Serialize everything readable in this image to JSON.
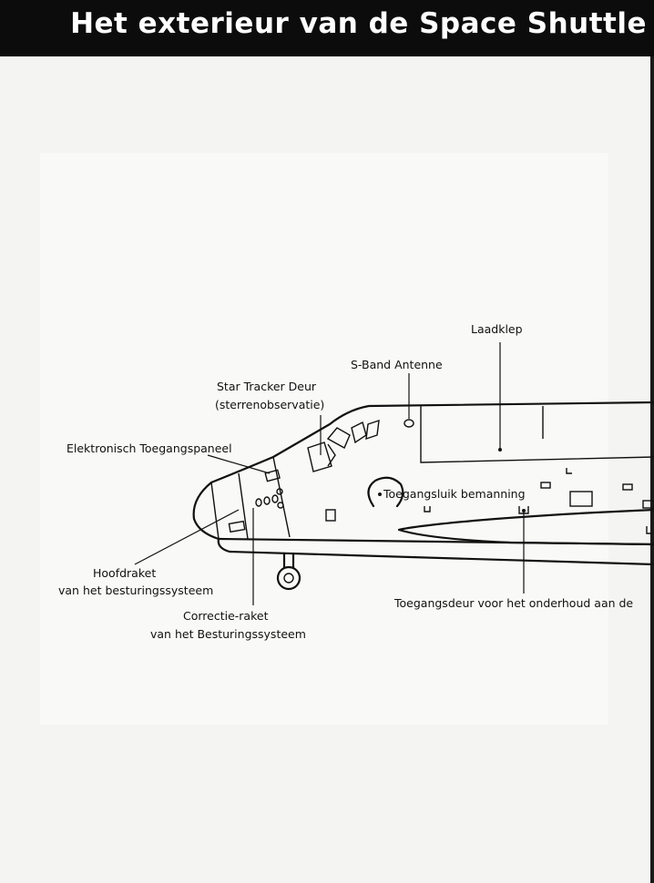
{
  "page": {
    "title": "Het exterieur van de Space Shuttle"
  },
  "labels": {
    "laadklep": "Laadklep",
    "s_band": "S-Band Antenne",
    "star_tracker_1": "Star Tracker Deur",
    "star_tracker_2": "(sterrenobservatie)",
    "elektronisch": "Elektronisch Toegangspaneel",
    "toegangsluik": "Toegangsluik bemanning",
    "hoofdraket_1": "Hoofdraket",
    "hoofdraket_2": "van het besturingssysteem",
    "correctie_1": "Correctie-raket",
    "correctie_2": "van het Besturingssysteem",
    "toegangsdeur": "Toegangsdeur voor het onderhoud aan de"
  },
  "colors": {
    "header": "#0c0c0c",
    "ink": "#111111",
    "paper": "#f4f4f2"
  }
}
